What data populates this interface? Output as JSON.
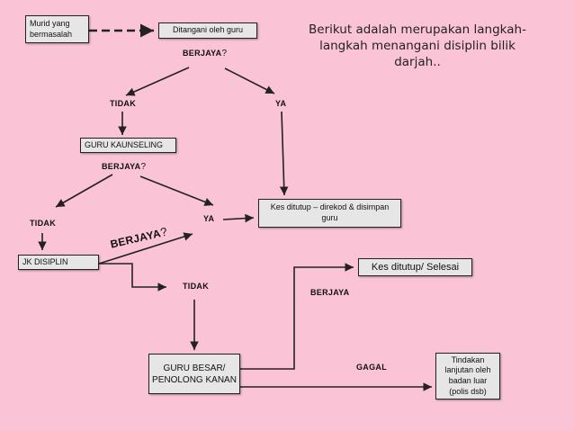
{
  "heading": "Berikut adalah merupakan langkah-langkah menangani disiplin bilik darjah..",
  "nodes": {
    "murid": "Murid yang bermasalah",
    "ditangani": "Ditangani oleh guru",
    "kaunseling": "GURU KAUNSELING",
    "kes_ditutup": "Kes ditutup – direkod & disimpan guru",
    "jk_disiplin": "JK DISIPLIN",
    "kes_selesai": "Kes ditutup/ Selesai",
    "guru_besar": "GURU BESAR/ PENOLONG KANAN",
    "tindakan": "Tindakan lanjutan oleh badan luar (polis dsb)"
  },
  "labels": {
    "berjaya": "BERJAYA",
    "qmark": "?",
    "tidak": "TIDAK",
    "ya": "YA",
    "gagal": "GAGAL"
  }
}
